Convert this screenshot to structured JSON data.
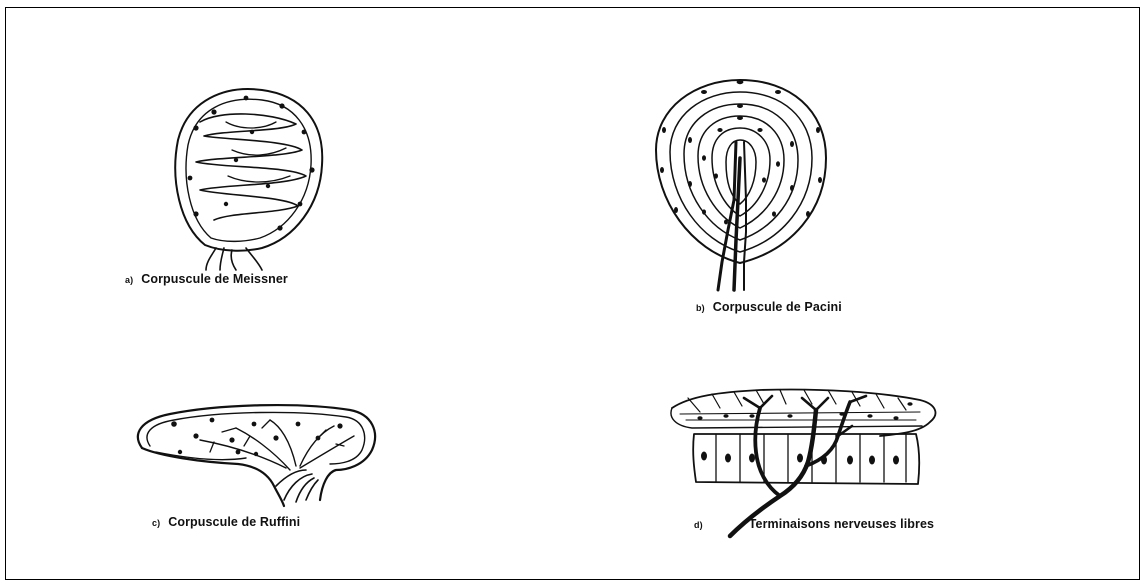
{
  "figure": {
    "panels": [
      {
        "letter": "a)",
        "label": "Corpuscule de Meissner"
      },
      {
        "letter": "b)",
        "label": "Corpuscule de Pacini"
      },
      {
        "letter": "c)",
        "label": "Corpuscule de Ruffini"
      },
      {
        "letter": "d)",
        "label": "Terminaisons nerveuses libres"
      }
    ]
  }
}
